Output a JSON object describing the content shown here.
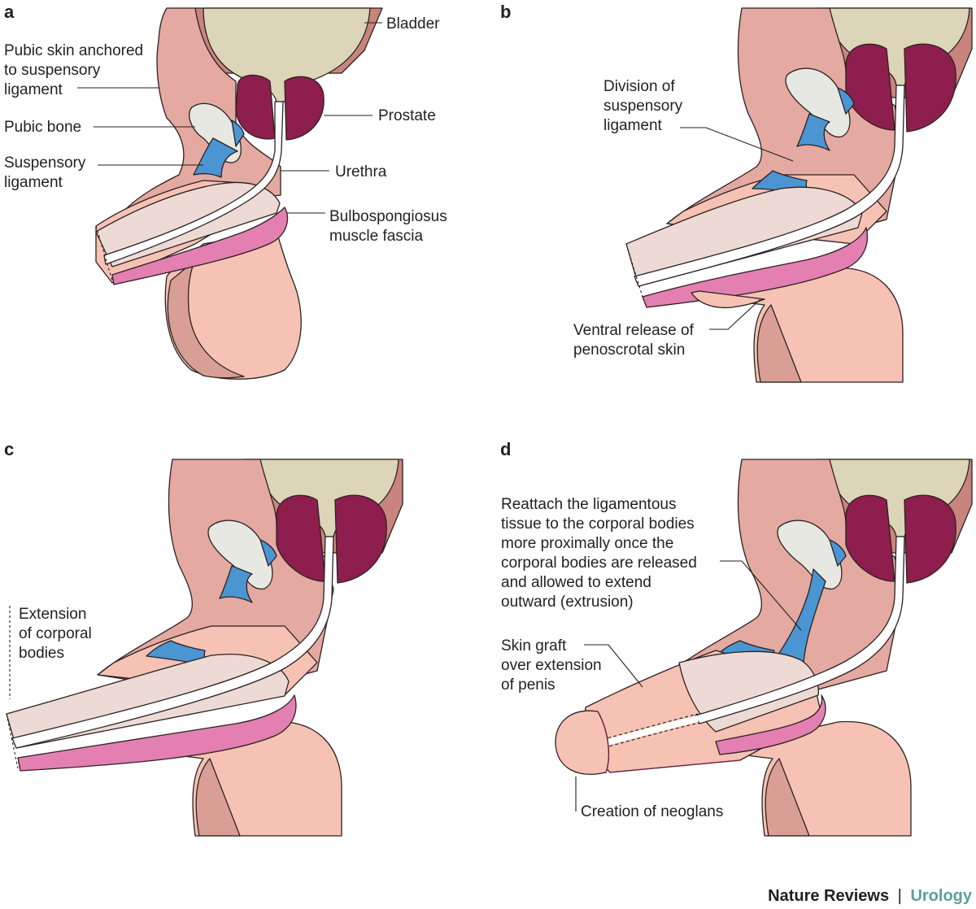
{
  "figure": {
    "colors": {
      "skin": "#f6c2b4",
      "skin_dark": "#d99f95",
      "skin_shadow": "#c48a82",
      "bladder": "#ddd5b7",
      "prostate": "#8e1e4e",
      "bone": "#e8e8e3",
      "ligament": "#4b95d2",
      "corpora": "#eddad4",
      "bulbo": "#e47fb1",
      "urethra": "#ffffff",
      "credit_accent": "#5d9f9f"
    },
    "panels": {
      "a": {
        "letter": "a",
        "labels": {
          "bladder": "Bladder",
          "pubic_skin_1": "Pubic skin anchored",
          "pubic_skin_2": "to suspensory",
          "pubic_skin_3": "ligament",
          "prostate": "Prostate",
          "pubic_bone": "Pubic bone",
          "susp_1": "Suspensory",
          "susp_2": "ligament",
          "urethra": "Urethra",
          "bulbo_1": "Bulbospongiosus",
          "bulbo_2": "muscle fascia"
        }
      },
      "b": {
        "letter": "b",
        "labels": {
          "division_1": "Division of",
          "division_2": "suspensory",
          "division_3": "ligament",
          "ventral_1": "Ventral release of",
          "ventral_2": "penoscrotal skin"
        }
      },
      "c": {
        "letter": "c",
        "labels": {
          "ext_1": "Extension",
          "ext_2": "of corporal",
          "ext_3": "bodies"
        }
      },
      "d": {
        "letter": "d",
        "labels": {
          "reattach_1": "Reattach the ligamentous",
          "reattach_2": "tissue to the corporal bodies",
          "reattach_3": "more proximally once the",
          "reattach_4": "corporal bodies are released",
          "reattach_5": "and allowed to extend",
          "reattach_6": "outward (extrusion)",
          "graft_1": "Skin graft",
          "graft_2": "over extension",
          "graft_3": "of penis",
          "neoglans": "Creation of neoglans"
        }
      }
    },
    "credit": {
      "journal": "Nature Reviews",
      "separator": "|",
      "subject": "Urology"
    }
  }
}
